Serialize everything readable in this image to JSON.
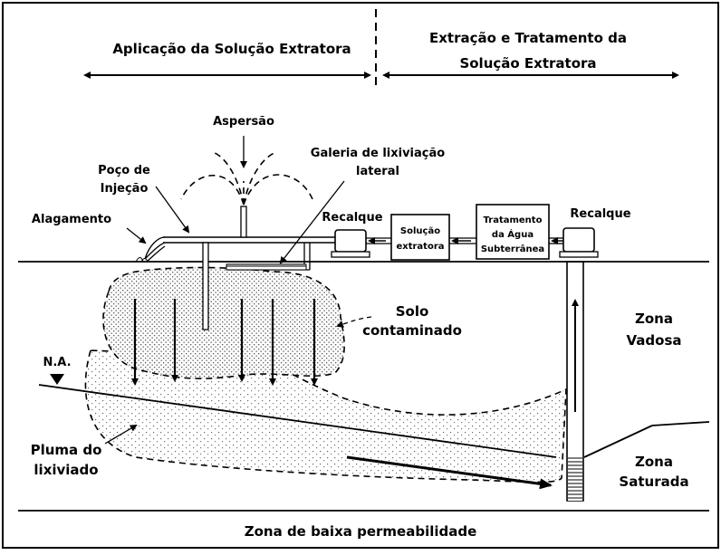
{
  "header": {
    "left_section": "Aplicação da Solução Extratora",
    "right_section_line1": "Extração e Tratamento da",
    "right_section_line2": "Solução Extratora"
  },
  "labels": {
    "aspersao": "Aspersão",
    "poco_line1": "Poço de",
    "poco_line2": "Injeção",
    "galeria_line1": "Galeria de lixiviação",
    "galeria_line2": "lateral",
    "alagamento": "Alagamento",
    "recalque_left": "Recalque",
    "recalque_right": "Recalque",
    "solucao_line1": "Solução",
    "solucao_line2": "extratora",
    "tratamento_line1": "Tratamento",
    "tratamento_line2": "da Água",
    "tratamento_line3": "Subterrânea",
    "solo_line1": "Solo",
    "solo_line2": "contaminado",
    "na": "N.A.",
    "vadosa_line1": "Zona",
    "vadosa_line2": "Vadosa",
    "pluma_line1": "Pluma do",
    "pluma_line2": "lixiviado",
    "saturada_line1": "Zona",
    "saturada_line2": "Saturada",
    "baixa_perm": "Zona de baixa permeabilidade"
  }
}
